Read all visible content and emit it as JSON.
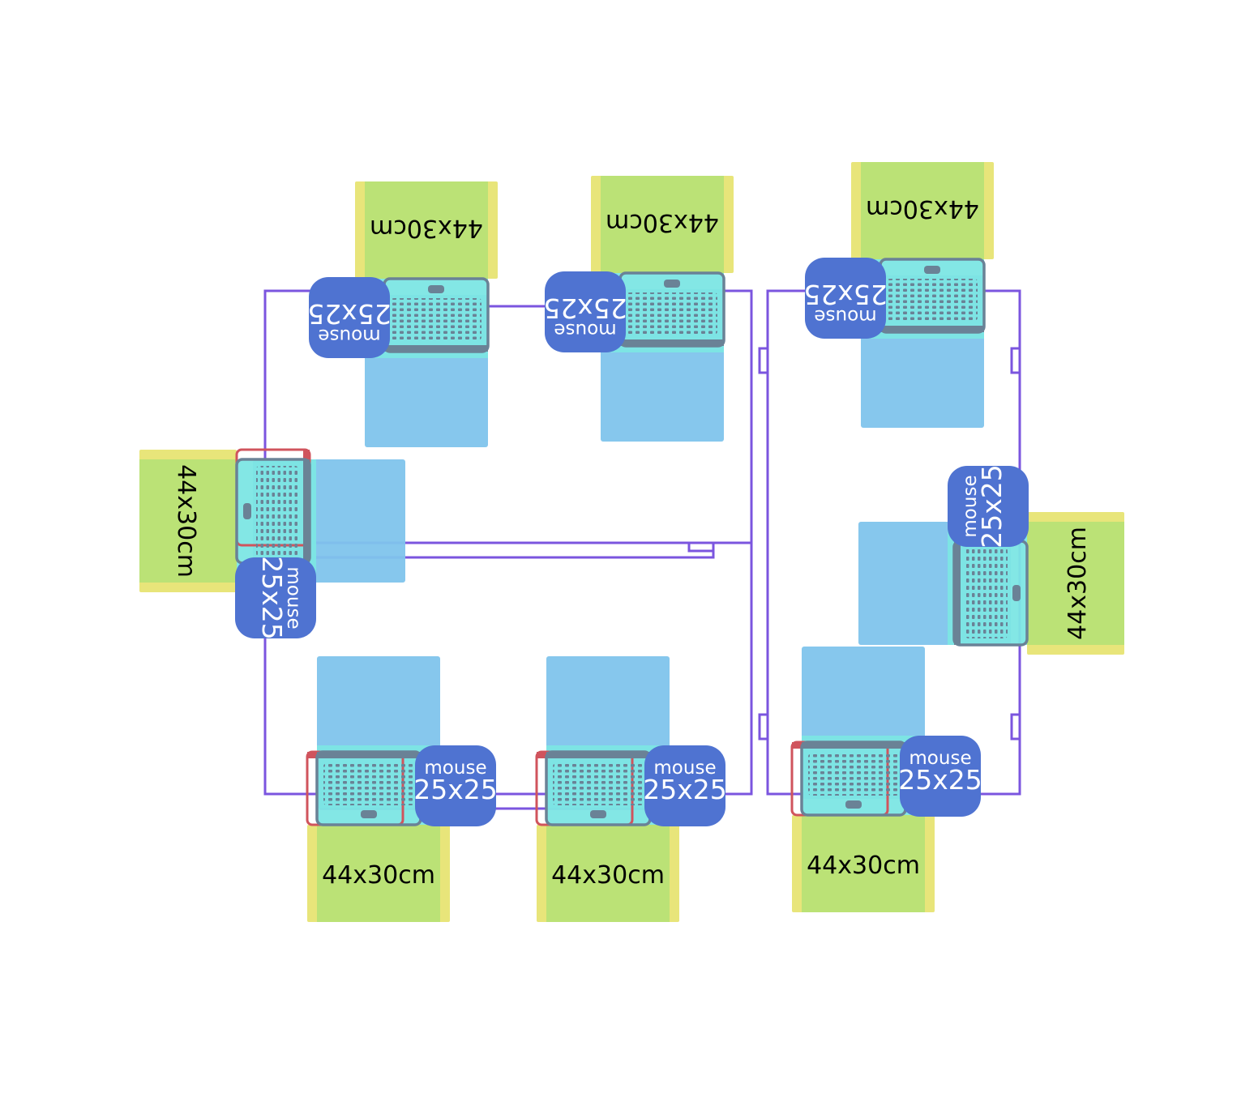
{
  "labels": {
    "mouse": "mouse",
    "mouse_size": "25x25",
    "pad_size": "44x30cm"
  },
  "colors": {
    "desk_outline": "#7b55df",
    "pad_edge": "#e8e57a",
    "pad_fill": "#bbe276",
    "chair_area": "#7fc4ec",
    "laptop_area": "#7ce6e4",
    "mouse_pad": "#4f73d1",
    "mouse_text": "#ffffff",
    "mouse_text_highlight": "#4fd9e6",
    "laptop_outline": "#6a8296",
    "phone_outline": "#d0545d",
    "pad_text": "#000000"
  },
  "icons": [
    "laptop-icon",
    "phone-icon"
  ],
  "stations": [
    {
      "id": "top-1",
      "orientation": "down",
      "phone": false
    },
    {
      "id": "top-2",
      "orientation": "down",
      "phone": false
    },
    {
      "id": "top-3",
      "orientation": "down",
      "phone": false
    },
    {
      "id": "left-1",
      "orientation": "left",
      "phone": true
    },
    {
      "id": "right-1",
      "orientation": "right",
      "phone": false
    },
    {
      "id": "bottom-1",
      "orientation": "up",
      "phone": true
    },
    {
      "id": "bottom-2",
      "orientation": "up",
      "phone": true
    },
    {
      "id": "bottom-3",
      "orientation": "up",
      "phone": true
    }
  ]
}
